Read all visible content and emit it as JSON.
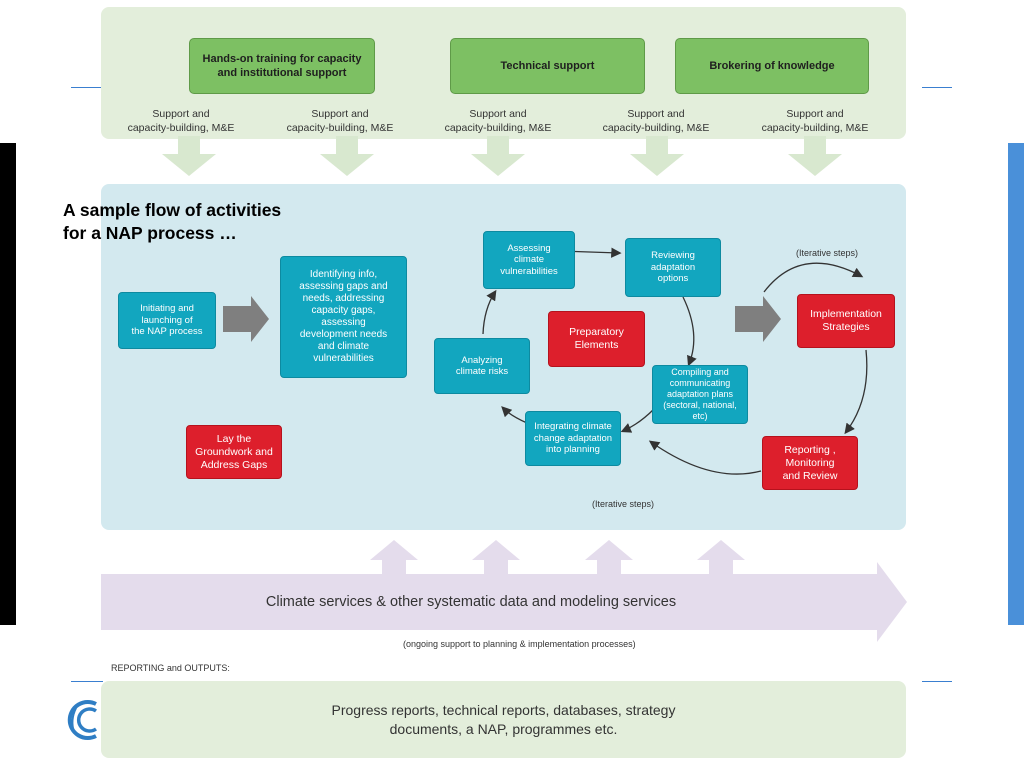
{
  "top": {
    "boxes": [
      "Hands-on training for capacity\nand institutional support",
      "Technical support",
      "Brokering of knowledge"
    ],
    "support_labels": [
      "Support and\ncapacity-building, M&E",
      "Support and\ncapacity-building, M&E",
      "Support and\ncapacity-building, M&E",
      "Support and\ncapacity-building, M&E",
      "Support and\ncapacity-building, M&E"
    ]
  },
  "heading": "A sample flow of activities for a NAP process …",
  "flow": {
    "initiating": "Initiating and\nlaunching of\nthe NAP process",
    "identifying": "Identifying info,\nassessing gaps and\nneeds, addressing\ncapacity gaps,\nassessing\ndevelopment needs\nand climate\nvulnerabilities",
    "assessing": "Assessing\nclimate\nvulnerabilities",
    "reviewing": "Reviewing\nadaptation\noptions",
    "analyzing": "Analyzing\nclimate risks",
    "preparatory": "Preparatory\nElements",
    "compiling": "Compiling and\ncommunicating\nadaptation plans\n(sectoral, national, etc)",
    "integrating": "Integrating climate\nchange adaptation\ninto planning",
    "groundwork": "Lay the\nGroundwork and\nAddress Gaps",
    "implementation": "Implementation\nStrategies",
    "reporting": "Reporting ,\nMonitoring\nand Review",
    "iterative_top": "(Iterative steps)",
    "iterative_bottom": "(Iterative steps)"
  },
  "services": {
    "label": "Climate services & other systematic data and modeling services",
    "note": "(ongoing support to planning & implementation processes)"
  },
  "outputs": {
    "title": "REPORTING and OUTPUTS:",
    "text": "Progress reports, technical reports, databases, strategy\ndocuments, a NAP, programmes etc."
  },
  "colors": {
    "green": "#7dc063",
    "teal": "#12a6bf",
    "red": "#dd1f2c",
    "panel_blue": "#d3e9ef",
    "panel_green": "#e3eedb",
    "services_purple": "#e4dcec"
  }
}
